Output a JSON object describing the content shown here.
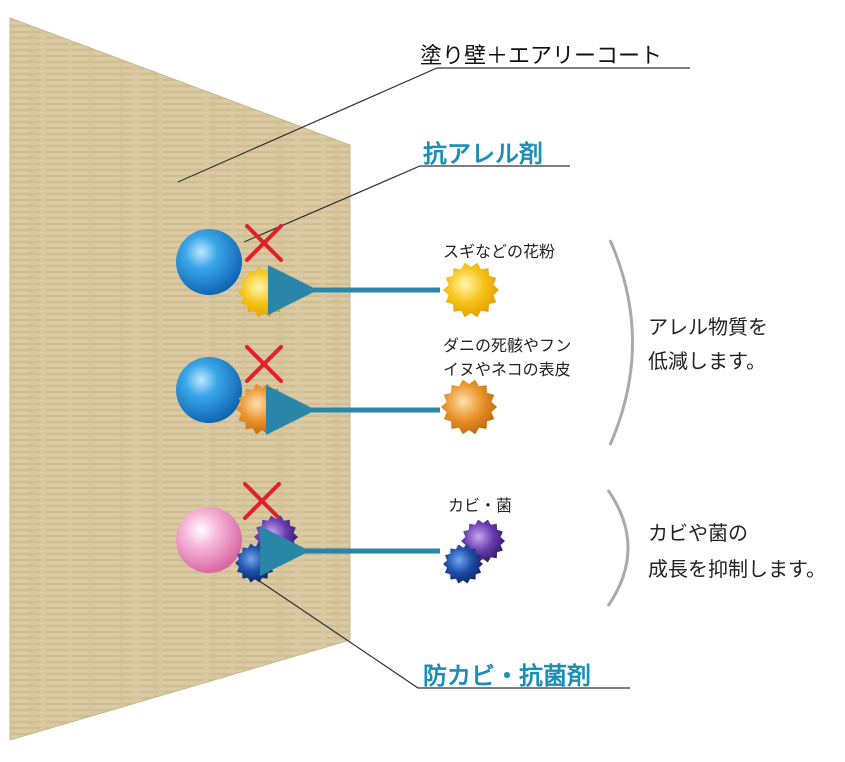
{
  "title_label": "塗り壁＋エアリーコート",
  "anti_allergen_label": "抗アレル剤",
  "antifungal_label": "防カビ・抗菌剤",
  "allergens": {
    "pollen_label": "スギなどの花粉",
    "mite_label_line1": "ダニの死骸やフン",
    "mite_label_line2": "イヌやネコの表皮",
    "effect_line1": "アレル物質を",
    "effect_line2": "低減します。"
  },
  "microbes": {
    "mold_label": "カビ・菌",
    "effect_line1": "カビや菌の",
    "effect_line2": "成長を抑制します。"
  },
  "colors": {
    "accent_blue": "#1a8fb8",
    "arrow": "#2a86a8",
    "cross": "#e0202a",
    "wall": "#d6c49a"
  }
}
